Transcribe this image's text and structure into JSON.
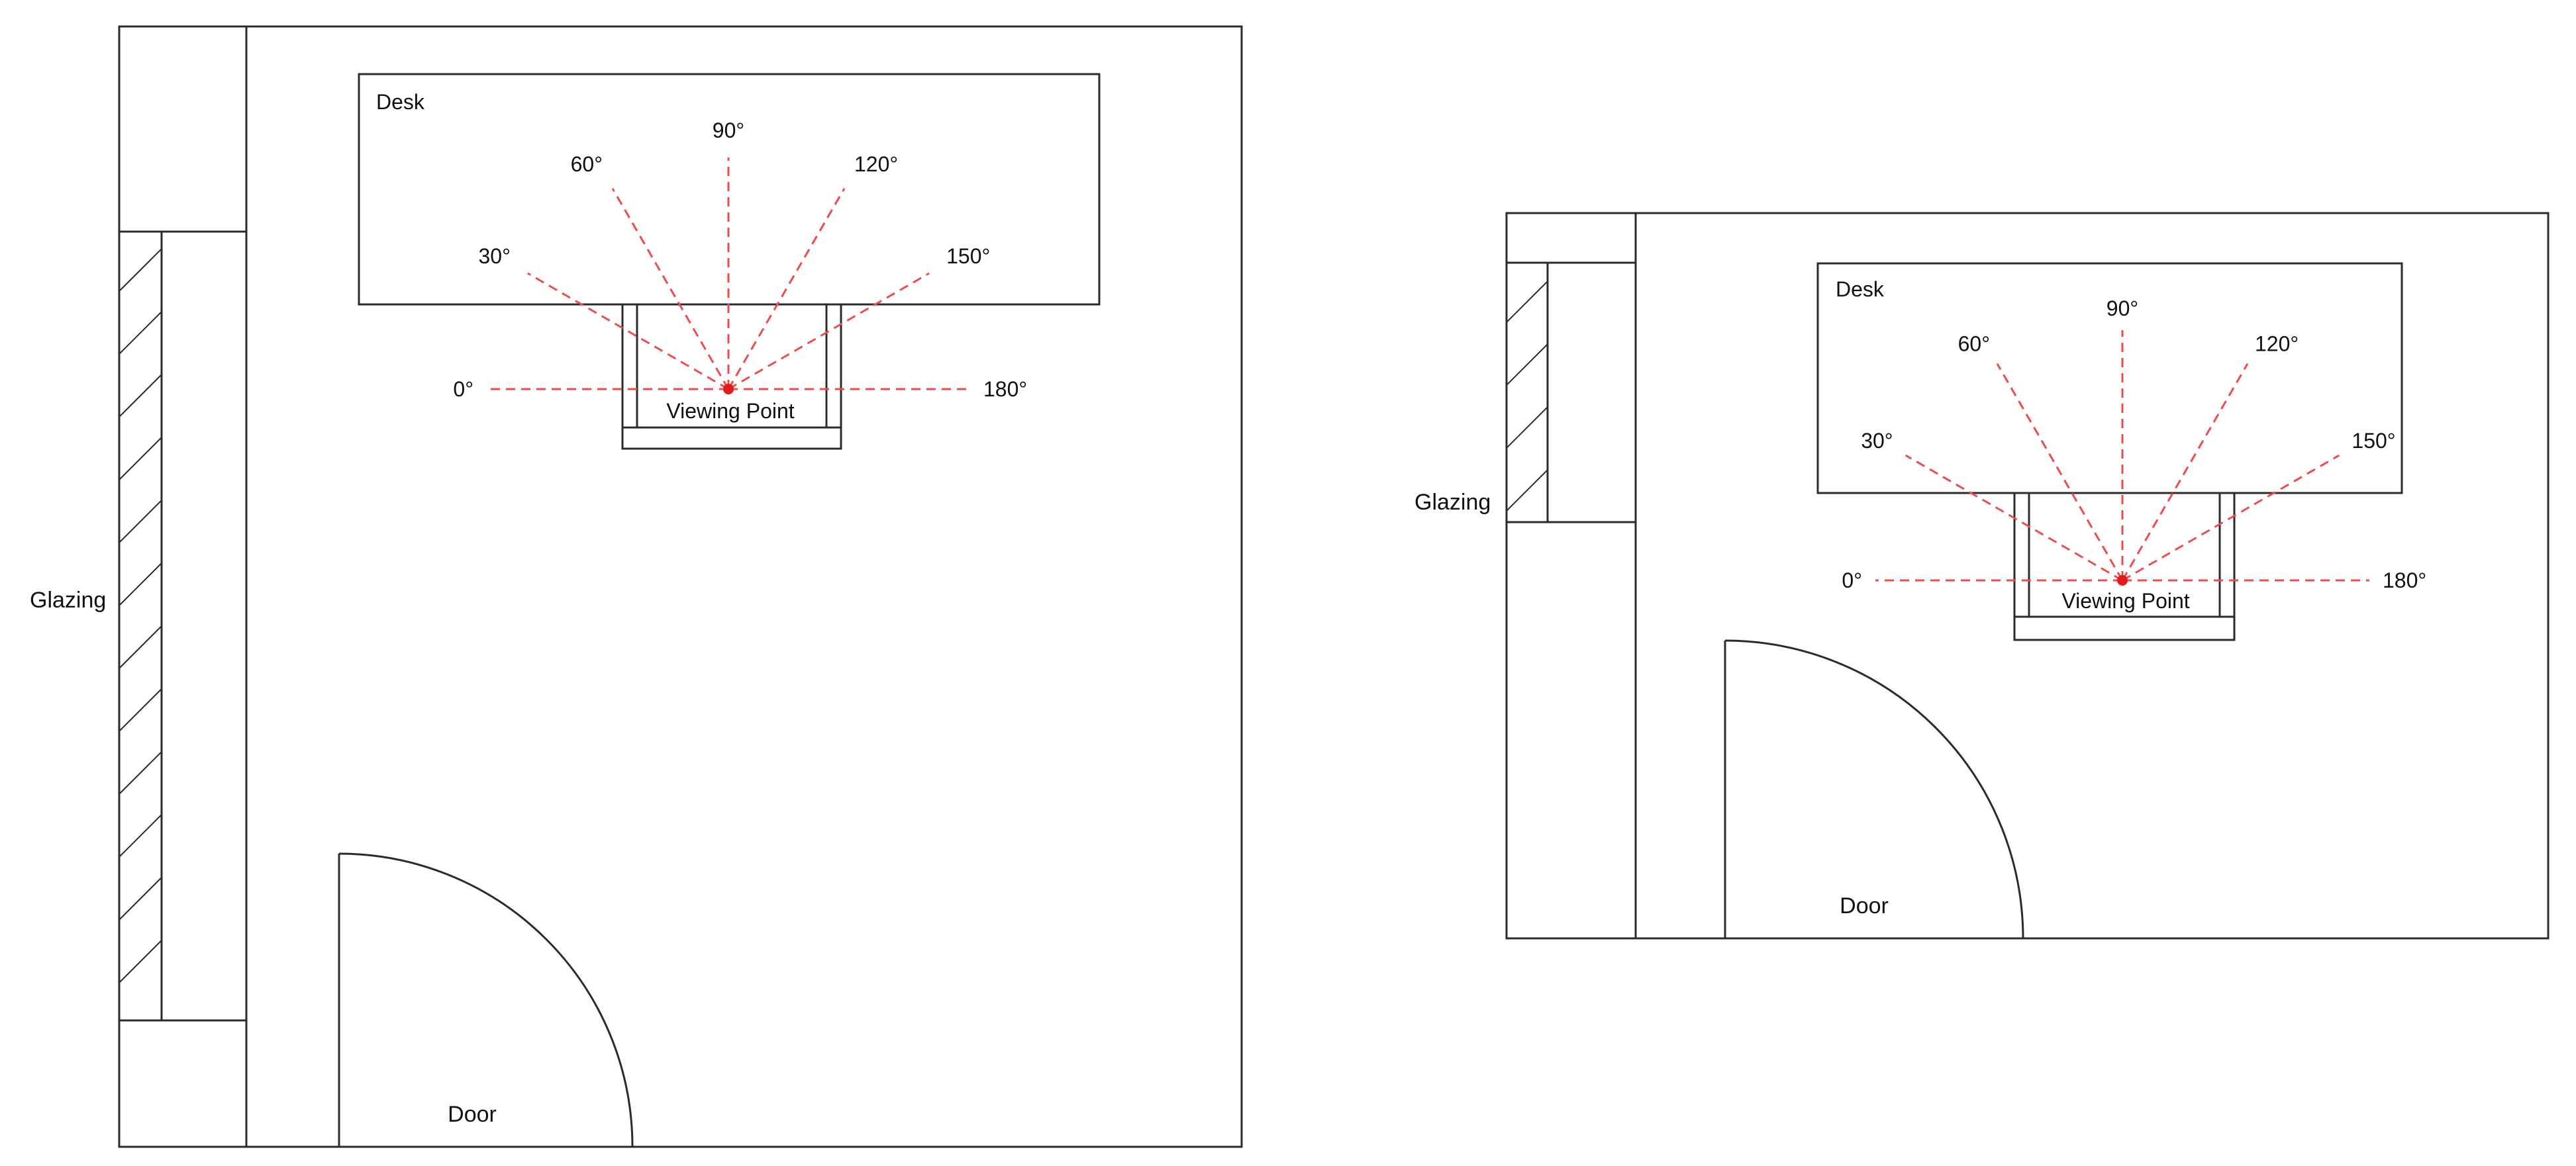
{
  "colors": {
    "line": "#2b2b2b",
    "ray": "#ef4b4b",
    "viewpoint": "#e11b1b",
    "background": "#ffffff"
  },
  "plans": [
    {
      "labels": {
        "glazing": "Glazing",
        "desk": "Desk",
        "viewing_point": "Viewing Point",
        "door": "Door"
      },
      "angles": [
        {
          "deg": 0,
          "label": "0°"
        },
        {
          "deg": 30,
          "label": "30°"
        },
        {
          "deg": 60,
          "label": "60°"
        },
        {
          "deg": 90,
          "label": "90°"
        },
        {
          "deg": 120,
          "label": "120°"
        },
        {
          "deg": 150,
          "label": "150°"
        },
        {
          "deg": 180,
          "label": "180°"
        }
      ]
    },
    {
      "labels": {
        "glazing": "Glazing",
        "desk": "Desk",
        "viewing_point": "Viewing Point",
        "door": "Door"
      },
      "angles": [
        {
          "deg": 0,
          "label": "0°"
        },
        {
          "deg": 30,
          "label": "30°"
        },
        {
          "deg": 60,
          "label": "60°"
        },
        {
          "deg": 90,
          "label": "90°"
        },
        {
          "deg": 120,
          "label": "120°"
        },
        {
          "deg": 150,
          "label": "150°"
        },
        {
          "deg": 180,
          "label": "180°"
        }
      ]
    }
  ]
}
